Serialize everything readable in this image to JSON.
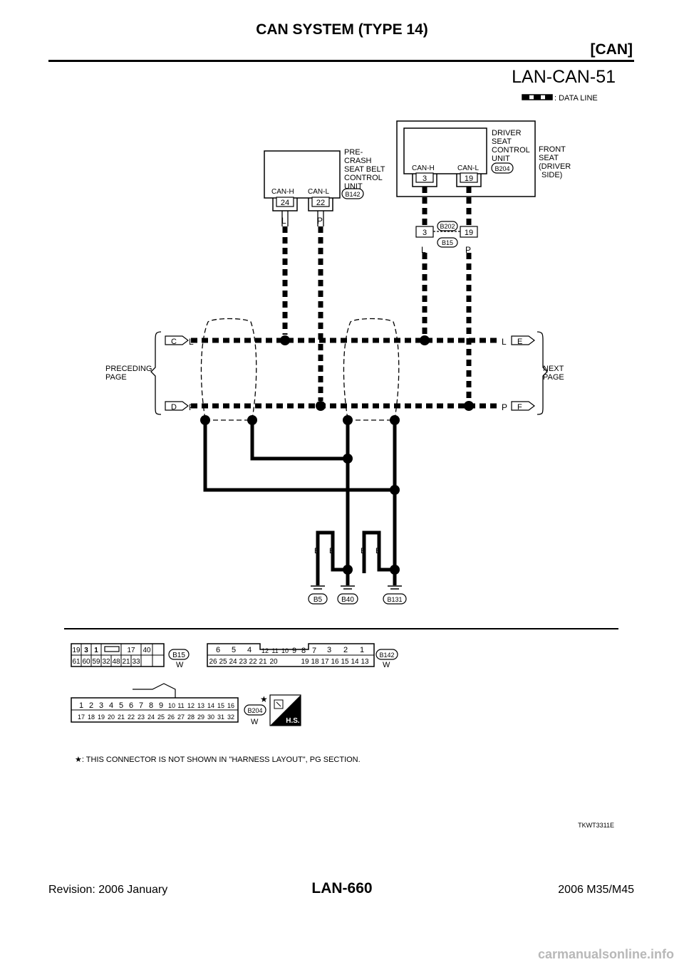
{
  "header": {
    "title": "CAN SYSTEM (TYPE 14)",
    "section": "[CAN]"
  },
  "figure_id": "LAN-CAN-51",
  "legend": {
    "label": ": DATA LINE"
  },
  "units": {
    "precrash": {
      "name": [
        "PRE-",
        "CRASH",
        "SEAT BELT",
        "CONTROL",
        "UNIT"
      ],
      "connector": "B142",
      "pins": [
        {
          "label": "CAN-H",
          "num": "24"
        },
        {
          "label": "CAN-L",
          "num": "22"
        }
      ]
    },
    "driver_seat": {
      "name": [
        "DRIVER",
        "SEAT",
        "CONTROL",
        "UNIT"
      ],
      "connector": "B204",
      "pins": [
        {
          "label": "CAN-H",
          "num": "3"
        },
        {
          "label": "CAN-L",
          "num": "19"
        }
      ]
    },
    "front_seat_note": [
      "FRONT",
      "SEAT",
      "(DRIVER",
      "SIDE)"
    ]
  },
  "joint_connector": {
    "top": "B202",
    "bottom": "B15",
    "pins": [
      "3",
      "19"
    ]
  },
  "wire_colors": {
    "L": "L",
    "P": "P",
    "B": "B"
  },
  "page_refs": {
    "preceding": [
      "PRECEDING",
      "PAGE"
    ],
    "next": [
      "NEXT",
      "PAGE"
    ],
    "c": "C",
    "d": "D",
    "e": "E",
    "f": "F"
  },
  "grounds": [
    "B5",
    "B40",
    "B131"
  ],
  "connector_views": {
    "b15": {
      "id": "B15",
      "color": "W",
      "row1": [
        "19",
        "3",
        "1",
        "",
        "17",
        "40"
      ],
      "row2": [
        "61",
        "60",
        "59",
        "32",
        "48",
        "21",
        "33"
      ]
    },
    "b142": {
      "id": "B142",
      "color": "W",
      "row1": [
        "6",
        "5",
        "4",
        "12",
        "11",
        "10",
        "9",
        "8",
        "7",
        "3",
        "2",
        "1"
      ],
      "row2": [
        "26",
        "25",
        "24",
        "23",
        "22",
        "21",
        "20",
        "19",
        "18",
        "17",
        "16",
        "15",
        "14",
        "13"
      ]
    },
    "b204": {
      "id": "B204",
      "color": "W",
      "row1": [
        "1",
        "2",
        "3",
        "4",
        "5",
        "6",
        "7",
        "8",
        "9",
        "10",
        "11",
        "12",
        "13",
        "14",
        "15",
        "16"
      ],
      "row2": [
        "17",
        "18",
        "19",
        "20",
        "21",
        "22",
        "23",
        "24",
        "25",
        "26",
        "27",
        "28",
        "29",
        "30",
        "31",
        "32"
      ]
    },
    "hs_label": "H.S."
  },
  "note": "★: THIS CONNECTOR IS NOT SHOWN IN \"HARNESS LAYOUT\", PG SECTION.",
  "star": "★",
  "image_code": "TKWT3311E",
  "footer": {
    "revision": "Revision: 2006 January",
    "page": "LAN-660",
    "model": "2006 M35/M45"
  },
  "watermark": "carmanualsonline.info"
}
